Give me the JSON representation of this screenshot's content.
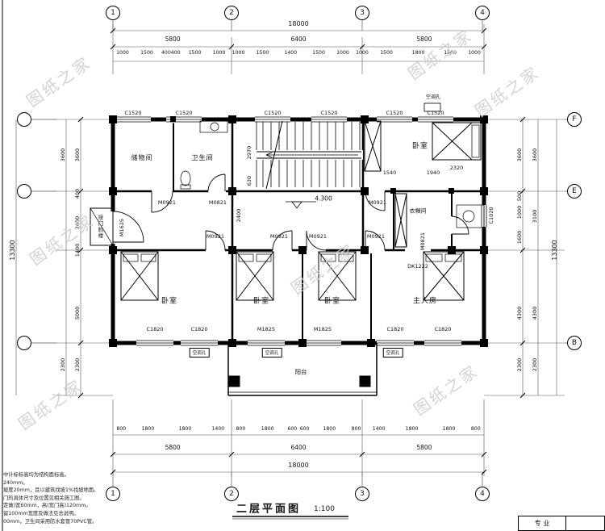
{
  "watermark": {
    "text": "图纸之家",
    "color": "#cccccc"
  },
  "title": {
    "name": "二层平面图",
    "scale": "1:100"
  },
  "axes": {
    "cols": [
      "1",
      "2",
      "3",
      "4"
    ],
    "rows_right": [
      "F",
      "E",
      "B"
    ]
  },
  "dims": {
    "top": {
      "overall": "18000",
      "mid": [
        "5800",
        "6400",
        "5800"
      ],
      "detail": [
        "1000",
        "1500",
        "400",
        "400",
        "1500",
        "1000",
        "1000",
        "1500",
        "1400",
        "1500",
        "1000",
        "1000",
        "1500",
        "1800",
        "1500",
        "1000"
      ]
    },
    "bottom": {
      "overall": "18000",
      "mid": [
        "5800",
        "6400",
        "5800"
      ],
      "detail": [
        "800",
        "1800",
        "1800",
        "1400",
        "800",
        "1800",
        "600",
        "600",
        "1800",
        "800",
        "1400",
        "1800",
        "1800",
        "800"
      ]
    },
    "left": {
      "overall": "13300",
      "outer": [
        "3600",
        "2300"
      ],
      "inner": [
        "3600",
        "400",
        "2600",
        "1400",
        "5000",
        "2300"
      ]
    },
    "right": {
      "overall": "13300",
      "mid": [
        "3600",
        "3100",
        "4300",
        "2300"
      ],
      "inner": [
        "3600",
        "500",
        "1000",
        "1600",
        "4300",
        "2300"
      ]
    },
    "interior": {
      "stair_width": "2970",
      "stair_run": "630",
      "hall": "2400",
      "bed_a": "1540",
      "bed_b": "1940",
      "bed_c": "2320",
      "level": "4.300"
    }
  },
  "rooms": {
    "storage": "储物间",
    "bath": "卫生间",
    "bedroom_tr": "卧室",
    "cloak": "衣帽间",
    "porch": "接门脸楼",
    "bed1": "卧室",
    "bed2": "卧室",
    "bed3": "卧室",
    "master": "主人房",
    "balcony": "阳台"
  },
  "openings": {
    "top_windows": [
      "C1520",
      "C1520",
      "C1520",
      "C1520",
      "C1520",
      "C1520"
    ],
    "mid_doors_row1": [
      "M0921",
      "M0821",
      "M0921"
    ],
    "mid_doors_row2": [
      "M0921",
      "M0921",
      "M0921",
      "M0921"
    ],
    "left_door": "M1625",
    "right_window": "C1020",
    "right_door": "M0821",
    "opening_dk": "DK1222",
    "bottom_windows": [
      "C1820",
      "C1820",
      "M1825",
      "M1825",
      "C1820",
      "C1820"
    ],
    "ac_hole": "空调孔"
  },
  "notes": {
    "lines": [
      "中计标标高均为结构面标高。",
      "240mm。",
      "坡度20mm，且以建筑找坡1%找坡地面。",
      "门的具体尺寸及位置见相关施工图。",
      "定做)宽60mm，高(宽门高)120mm。",
      "留100mm宽度及做法见总说明。",
      "00mm，卫生间采用防水套管70PVC管。"
    ]
  },
  "titleblock": {
    "field": "专 业"
  }
}
